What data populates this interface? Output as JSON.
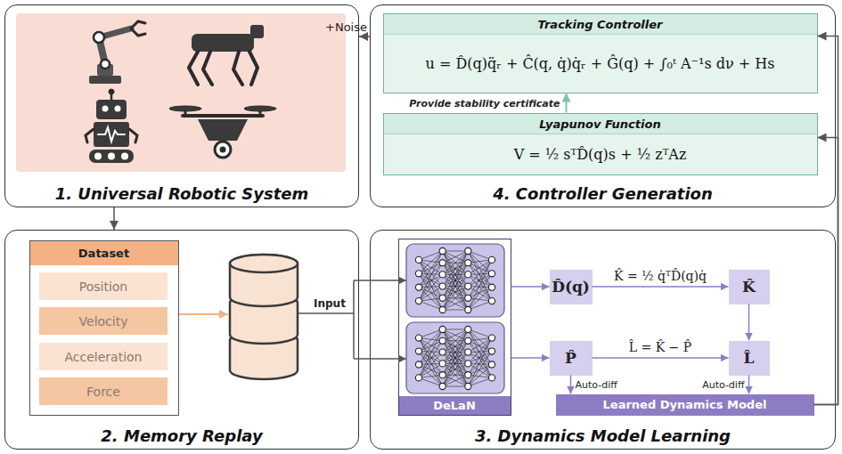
{
  "diagram": {
    "nodes": [
      {
        "text": [
          "1. Universal Robotic System"
        ]
      },
      {
        "text": [
          "4. Controller Generation"
        ]
      },
      {
        "text": [
          "Tracking Controller",
          "u = D̂(q)q̈ᵣ + Ĉ(q, q̇)q̇ᵣ + Ĝ(q) + ∫₀ᵗ A⁻¹s dν + Hs"
        ],
        "in": 1
      },
      {
        "text": [
          "Lyapunov Function",
          "V = ½ sᵀD̂(q)s + ½ zᵀAz"
        ],
        "in": 1
      },
      {
        "text": [
          "2. Memory Replay"
        ]
      },
      {
        "text": [
          "Dataset"
        ],
        "in": 4
      },
      {
        "text": [
          "Position"
        ],
        "in": 5
      },
      {
        "text": [
          "Velocity"
        ],
        "in": 5
      },
      {
        "text": [
          "Acceleration"
        ],
        "in": 5
      },
      {
        "text": [
          "Force"
        ],
        "in": 5
      },
      {
        "text": [
          "3. Dynamics Model Learning"
        ]
      },
      {
        "text": [
          "DeLaN"
        ],
        "in": 10
      },
      {
        "text": [
          "D̂(q)"
        ],
        "in": 10
      },
      {
        "text": [
          "K̂"
        ],
        "in": 10
      },
      {
        "text": [
          "P̂"
        ],
        "in": 10
      },
      {
        "text": [
          "L̂"
        ],
        "in": 10
      },
      {
        "text": [
          "Learned Dynamics Model"
        ],
        "in": 10
      }
    ],
    "edges": [
      {
        "from": 1,
        "to": 0,
        "arrow": "to",
        "label": "+Noise"
      },
      {
        "from": 0,
        "to": 4,
        "arrow": "to"
      },
      {
        "from": 11,
        "to": 12,
        "arrow": "to"
      },
      {
        "from": 11,
        "to": 14,
        "arrow": "to"
      },
      {
        "from": 12,
        "to": 13,
        "arrow": "to",
        "label": "K̂ = ½ q̇ᵀD̂(q)q̇"
      },
      {
        "from": 13,
        "to": 15,
        "arrow": "to"
      },
      {
        "from": 14,
        "to": 15,
        "arrow": "to",
        "label": "L̂ = K̂ − P̂"
      },
      {
        "from": 14,
        "to": 16,
        "arrow": "to",
        "label": "Auto-diff"
      },
      {
        "from": 15,
        "to": 16,
        "arrow": "to",
        "label": "Auto-diff"
      },
      {
        "from": 16,
        "to": 2,
        "arrow": "to"
      },
      {
        "from": 16,
        "to": 3,
        "arrow": "to"
      },
      {
        "from": 3,
        "to": 2,
        "arrow": "to",
        "label": "Provide stability certificate"
      }
    ],
    "labels": [
      "Input"
    ]
  }
}
